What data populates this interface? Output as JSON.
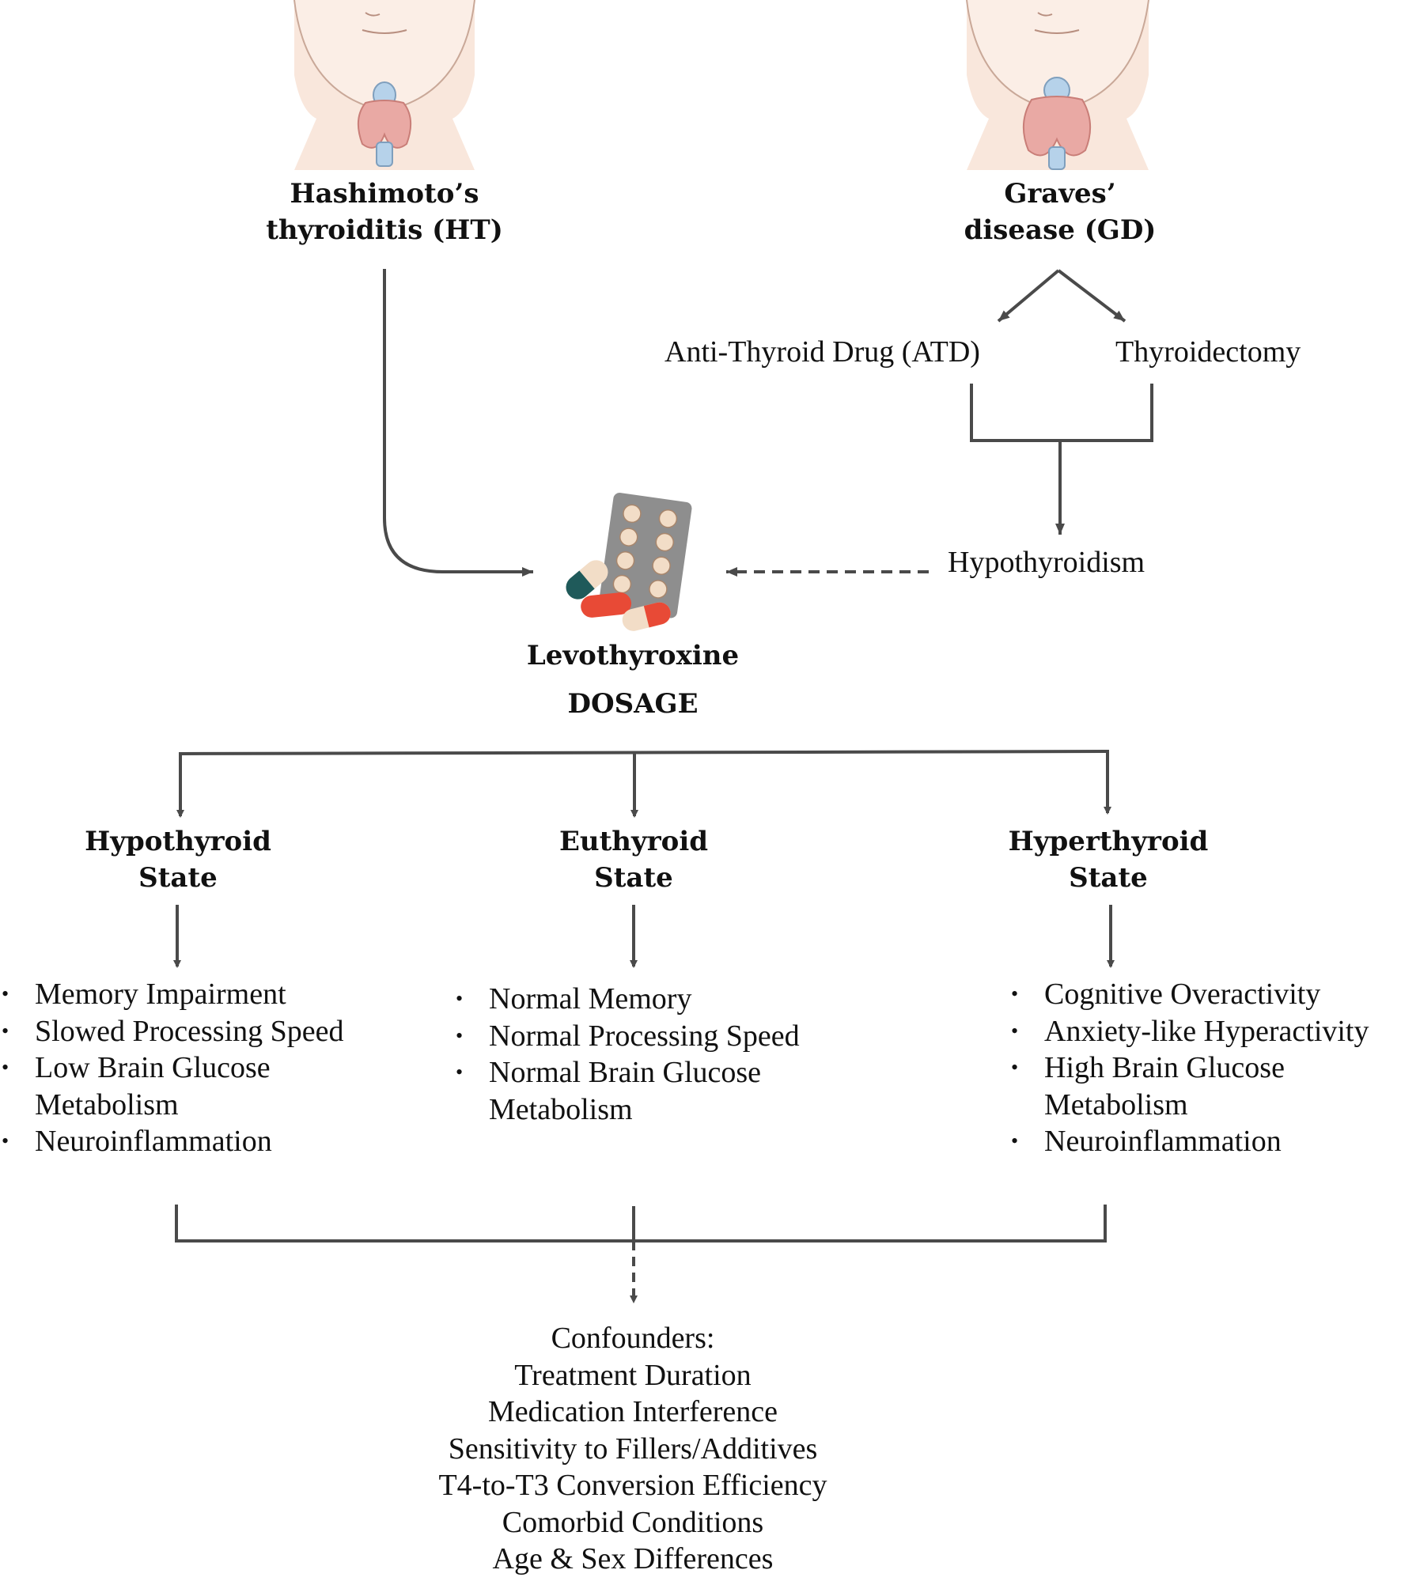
{
  "sources": {
    "hashimoto": {
      "line1": "Hashimoto’s",
      "line2": "thyroiditis (HT)"
    },
    "graves": {
      "line1": "Graves’",
      "line2": "disease (GD)"
    }
  },
  "treatments": {
    "atd": "Anti-Thyroid Drug (ATD)",
    "thyroidectomy": "Thyroidectomy",
    "outcome": "Hypothyroidism"
  },
  "drug": {
    "name": "Levothyroxine",
    "dosage": "DOSAGE"
  },
  "states": [
    {
      "line1": "Hypothyroid",
      "line2": "State",
      "effects": [
        "Memory Impairment",
        "Slowed Processing Speed",
        "Low Brain Glucose Metabolism",
        "Neuroinflammation"
      ]
    },
    {
      "line1": "Euthyroid",
      "line2": "State",
      "effects": [
        "Normal Memory",
        "Normal Processing Speed",
        "Normal Brain Glucose Metabolism"
      ]
    },
    {
      "line1": "Hyperthyroid",
      "line2": "State",
      "effects": [
        "Cognitive Overactivity",
        "Anxiety-like Hyperactivity",
        "High Brain Glucose Metabolism",
        "Neuroinflammation"
      ]
    }
  ],
  "confounders": {
    "title": "Confounders:",
    "items": [
      "Treatment Duration",
      "Medication Interference",
      "Sensitivity to Fillers/Additives",
      "T4-to-T3 Conversion Efficiency",
      "Comorbid Conditions",
      "Age & Sex Differences"
    ]
  },
  "colors": {
    "line": "#4a4a4a",
    "skin": "#f6e3d6",
    "thyroid": "#e9a9a4",
    "cartilage": "#b6d2ea",
    "blister": "#8e8e8e",
    "pill_red": "#e84a36",
    "pill_teal": "#1f5a5a",
    "pill_cream": "#f2ddc7"
  }
}
